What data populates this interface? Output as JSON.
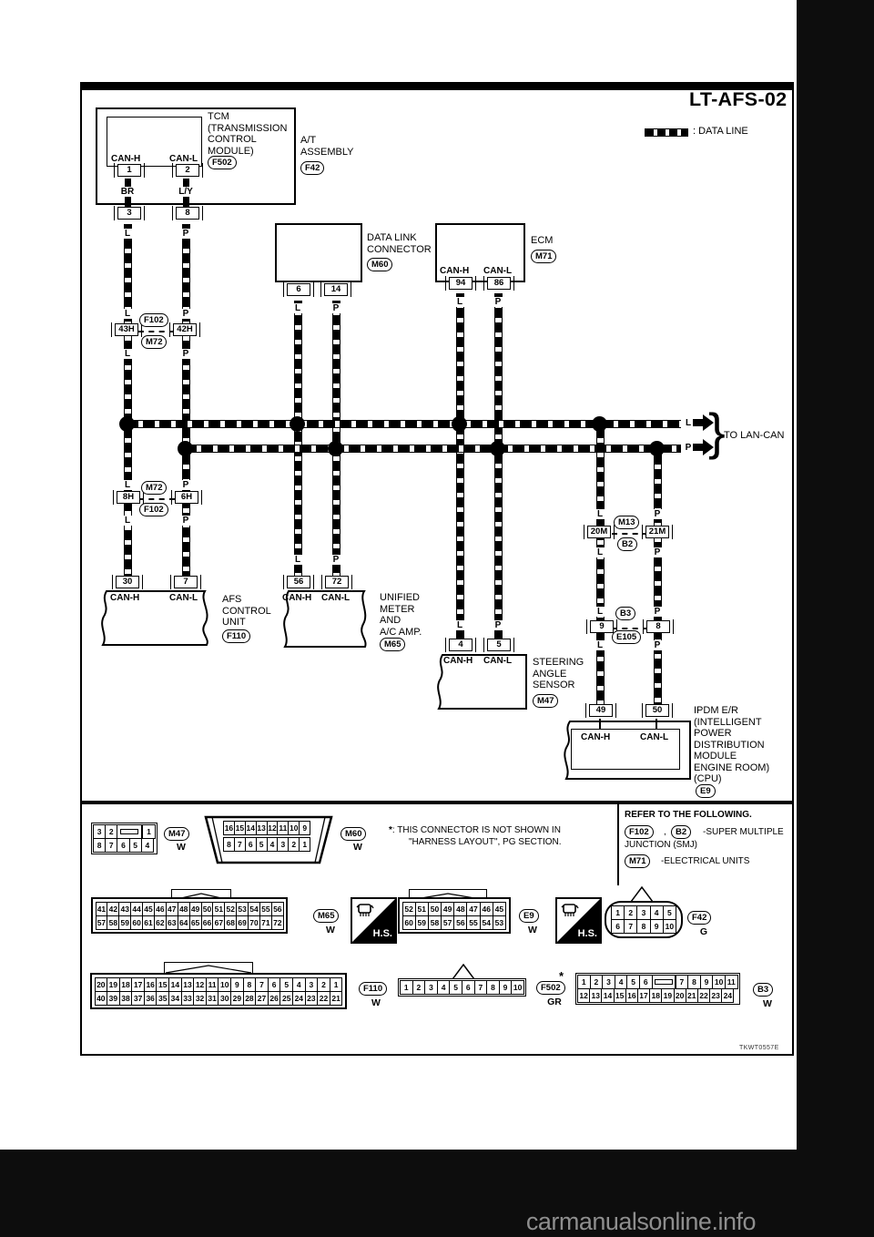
{
  "page": {
    "title": "LT-AFS-02",
    "figure_code": "TKWT0557E",
    "watermark": "carmanualsonline.info"
  },
  "legend": {
    "label": ": DATA LINE"
  },
  "lan_can": {
    "l": "L",
    "p": "P",
    "brace": "}",
    "label": "TO LAN-CAN"
  },
  "wire": {
    "l": "L",
    "p": "P",
    "br": "BR",
    "ly": "L/Y"
  },
  "can": {
    "h": "CAN-H",
    "l": "CAN-L"
  },
  "tcm": {
    "l1": "TCM",
    "l2": "(TRANSMISSION",
    "l3": "CONTROL",
    "l4": "MODULE)",
    "conn": "F502",
    "asm1": "A/T",
    "asm2": "ASSEMBLY",
    "asm_conn": "F42",
    "pin_h": "1",
    "pin_l": "2",
    "out_h": "3",
    "out_l": "8"
  },
  "dlc": {
    "l1": "DATA LINK",
    "l2": "CONNECTOR",
    "conn": "M60",
    "pin_h": "6",
    "pin_l": "14"
  },
  "ecm": {
    "l1": "ECM",
    "conn": "M71",
    "pin_h": "94",
    "pin_l": "86"
  },
  "afs": {
    "l1": "AFS",
    "l2": "CONTROL",
    "l3": "UNIT",
    "conn": "F110",
    "pin_h": "30",
    "pin_l": "7"
  },
  "um": {
    "l1": "UNIFIED",
    "l2": "METER",
    "l3": "AND",
    "l4": "A/C AMP.",
    "conn": "M65",
    "pin_h": "56",
    "pin_l": "72"
  },
  "sas": {
    "l1": "STEERING",
    "l2": "ANGLE",
    "l3": "SENSOR",
    "conn": "M47",
    "pin_h": "4",
    "pin_l": "5"
  },
  "ipdm": {
    "l1": "IPDM E/R",
    "l2": "(INTELLIGENT",
    "l3": "POWER",
    "l4": "DISTRIBUTION",
    "l5": "MODULE",
    "l6": "ENGINE ROOM)",
    "l7": "(CPU)",
    "conn": "E9",
    "pin_h": "49",
    "pin_l": "50"
  },
  "j1": {
    "a": "43H",
    "b": "42H",
    "top": "F102",
    "bot": "M72"
  },
  "j2": {
    "a": "8H",
    "b": "6H",
    "top": "M72",
    "bot": "F102"
  },
  "j3": {
    "a": "20M",
    "b": "21M",
    "top": "M13",
    "bot": "B2"
  },
  "j4": {
    "a": "9",
    "b": "8",
    "top": "B3",
    "bot": "E105"
  },
  "note": {
    "star": "*",
    "l1": ": THIS CONNECTOR IS NOT SHOWN IN",
    "l2": "\"HARNESS LAYOUT\", PG SECTION."
  },
  "refer": {
    "l1": "REFER TO THE FOLLOWING.",
    "c1": "F102",
    "comma": ",",
    "c2": "B2",
    "t1": "-SUPER MULTIPLE",
    "t2": "JUNCTION (SMJ)",
    "c3": "M71",
    "t3": "-ELECTRICAL UNITS"
  },
  "hs": {
    "label": "H.S."
  },
  "pinouts": {
    "m47": {
      "label": "M47",
      "color": "W",
      "top_a": [
        "3",
        "2"
      ],
      "top_b": [
        "1"
      ],
      "bottom": [
        "8",
        "7",
        "6",
        "5",
        "4"
      ]
    },
    "m60": {
      "label": "M60",
      "color": "W",
      "top": [
        "16",
        "15",
        "14",
        "13",
        "12",
        "11",
        "10",
        "9"
      ],
      "bottom": [
        "8",
        "7",
        "6",
        "5",
        "4",
        "3",
        "2",
        "1"
      ]
    },
    "m65": {
      "label": "M65",
      "color": "W",
      "top": [
        "41",
        "42",
        "43",
        "44",
        "45",
        "46",
        "47",
        "48",
        "49",
        "50",
        "51",
        "52",
        "53",
        "54",
        "55",
        "56"
      ],
      "bottom": [
        "57",
        "58",
        "59",
        "60",
        "61",
        "62",
        "63",
        "64",
        "65",
        "66",
        "67",
        "68",
        "69",
        "70",
        "71",
        "72"
      ]
    },
    "e9": {
      "label": "E9",
      "color": "W",
      "top": [
        "52",
        "51",
        "50",
        "49",
        "48",
        "47",
        "46",
        "45"
      ],
      "bottom": [
        "60",
        "59",
        "58",
        "57",
        "56",
        "55",
        "54",
        "53"
      ]
    },
    "f42": {
      "label": "F42",
      "color": "G",
      "top": [
        "1",
        "2",
        "3",
        "4",
        "5"
      ],
      "bottom": [
        "6",
        "7",
        "8",
        "9",
        "10"
      ]
    },
    "f110": {
      "label": "F110",
      "color": "W",
      "top": [
        "20",
        "19",
        "18",
        "17",
        "16",
        "15",
        "14",
        "13",
        "12",
        "11",
        "10",
        "9",
        "8",
        "7",
        "6",
        "5",
        "4",
        "3",
        "2",
        "1"
      ],
      "bottom": [
        "40",
        "39",
        "38",
        "37",
        "36",
        "35",
        "34",
        "33",
        "32",
        "31",
        "30",
        "29",
        "28",
        "27",
        "26",
        "25",
        "24",
        "23",
        "22",
        "21"
      ]
    },
    "f502": {
      "label": "F502",
      "color": "GR",
      "star": "*",
      "row": [
        "1",
        "2",
        "3",
        "4",
        "5",
        "6",
        "7",
        "8",
        "9",
        "10"
      ]
    },
    "b3": {
      "label": "B3",
      "color": "W",
      "top_a": [
        "1",
        "2",
        "3",
        "4",
        "5",
        "6"
      ],
      "top_b": [
        "7",
        "8",
        "9",
        "10",
        "11"
      ],
      "bottom": [
        "12",
        "13",
        "14",
        "15",
        "16",
        "17",
        "18",
        "19",
        "20",
        "21",
        "22",
        "23",
        "24"
      ]
    }
  }
}
